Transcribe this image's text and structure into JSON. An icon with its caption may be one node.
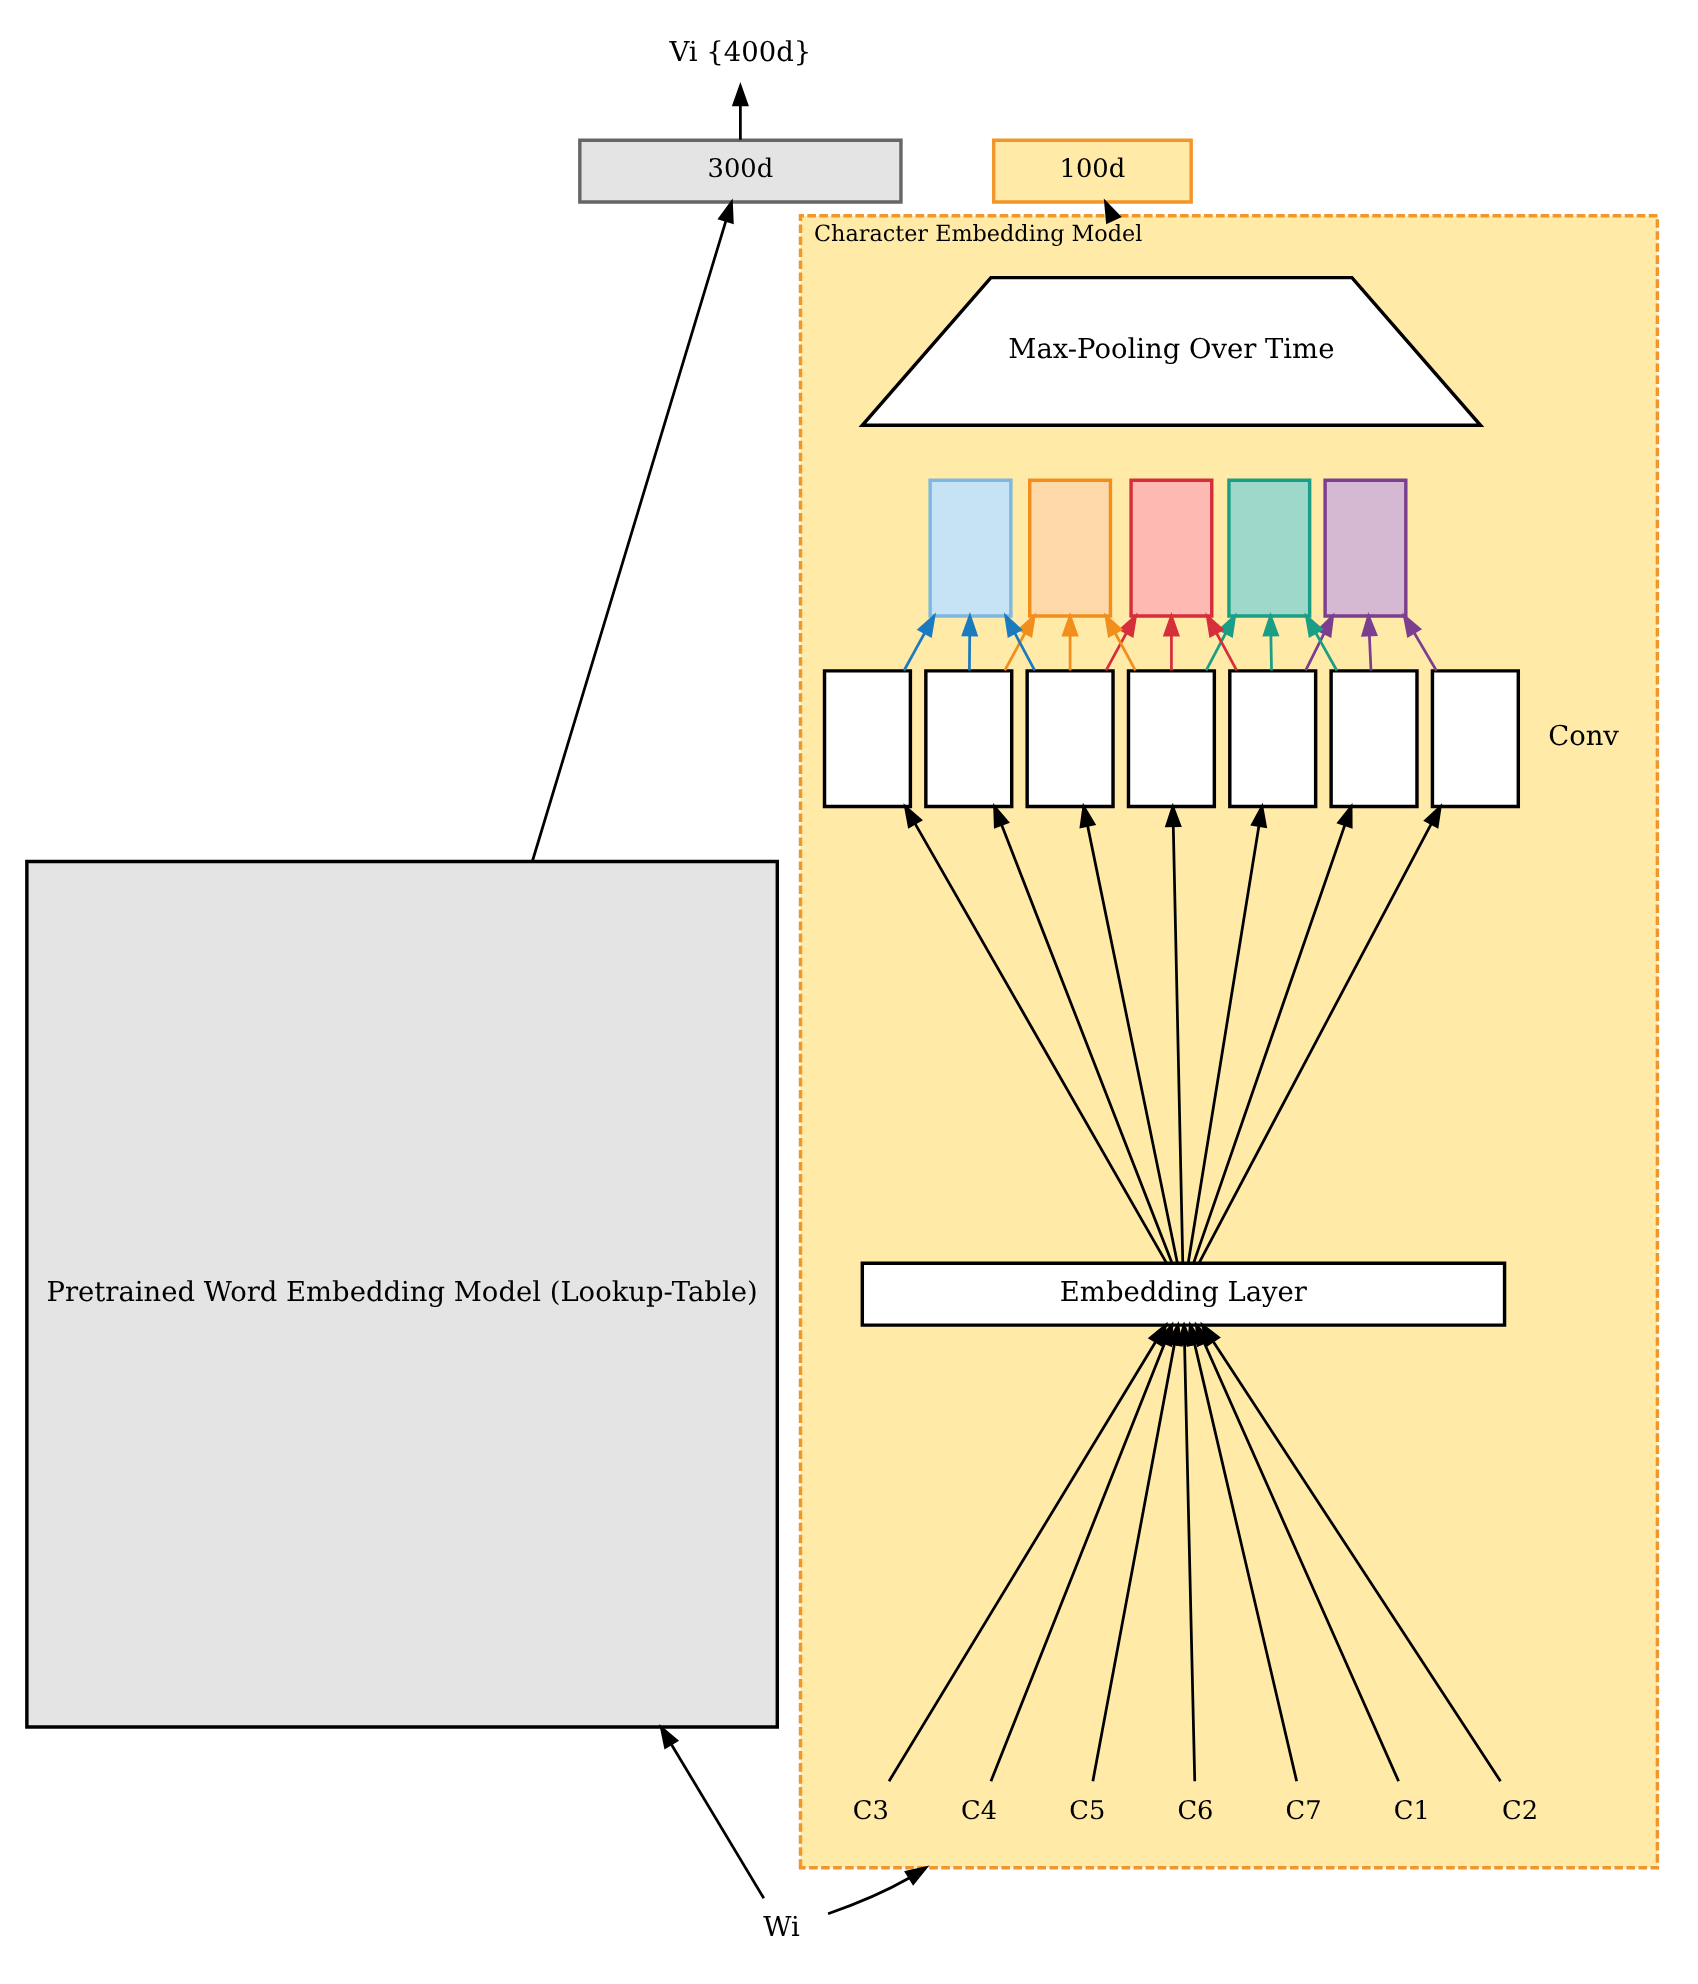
{
  "diagram": {
    "nodes": [
      {
        "text": [
          "Vi {400d}"
        ]
      },
      {
        "text": [
          "300d"
        ]
      },
      {
        "text": [
          "100d"
        ]
      },
      {
        "text": [
          "Pretrained Word Embedding Model (Lookup-Table)"
        ]
      },
      {
        "text": [
          "Character Embedding Model"
        ]
      },
      {
        "text": [
          "Max-Pooling Over Time"
        ],
        "in": 4
      },
      {
        "text": [],
        "shape": "box",
        "in": 4
      },
      {
        "text": [],
        "shape": "box",
        "in": 4
      },
      {
        "text": [],
        "shape": "box",
        "in": 4
      },
      {
        "text": [],
        "shape": "box",
        "in": 4
      },
      {
        "text": [],
        "shape": "box",
        "in": 4
      },
      {
        "text": [],
        "shape": "box",
        "in": 4
      },
      {
        "text": [],
        "shape": "box",
        "in": 4
      },
      {
        "text": [],
        "shape": "box",
        "in": 4
      },
      {
        "text": [],
        "shape": "box",
        "in": 4
      },
      {
        "text": [],
        "shape": "box",
        "in": 4
      },
      {
        "text": [],
        "shape": "box",
        "in": 4
      },
      {
        "text": [],
        "shape": "box",
        "in": 4
      },
      {
        "text": [
          "Embedding Layer"
        ],
        "in": 4
      },
      {
        "text": [
          "C1"
        ],
        "in": 4
      },
      {
        "text": [
          "C2"
        ],
        "in": 4
      },
      {
        "text": [
          "C3"
        ],
        "in": 4
      },
      {
        "text": [
          "C4"
        ],
        "in": 4
      },
      {
        "text": [
          "C5"
        ],
        "in": 4
      },
      {
        "text": [
          "C6"
        ],
        "in": 4
      },
      {
        "text": [
          "C7"
        ],
        "in": 4
      },
      {
        "text": [
          "Wi"
        ]
      }
    ],
    "edges": [
      {
        "from": 26,
        "to": 3,
        "arrow": "to"
      },
      {
        "from": 26,
        "to": 4,
        "arrow": "to"
      },
      {
        "from": 3,
        "to": 1,
        "arrow": "to"
      },
      {
        "from": 4,
        "to": 2,
        "arrow": "to"
      },
      {
        "from": 1,
        "to": 0,
        "arrow": "to"
      },
      {
        "from": 19,
        "to": 18,
        "arrow": "to"
      },
      {
        "from": 20,
        "to": 18,
        "arrow": "to"
      },
      {
        "from": 21,
        "to": 18,
        "arrow": "to"
      },
      {
        "from": 22,
        "to": 18,
        "arrow": "to"
      },
      {
        "from": 23,
        "to": 18,
        "arrow": "to"
      },
      {
        "from": 24,
        "to": 18,
        "arrow": "to"
      },
      {
        "from": 25,
        "to": 18,
        "arrow": "to"
      },
      {
        "from": 18,
        "to": 11,
        "arrow": "to"
      },
      {
        "from": 18,
        "to": 12,
        "arrow": "to"
      },
      {
        "from": 18,
        "to": 13,
        "arrow": "to"
      },
      {
        "from": 18,
        "to": 14,
        "arrow": "to"
      },
      {
        "from": 18,
        "to": 15,
        "arrow": "to"
      },
      {
        "from": 18,
        "to": 16,
        "arrow": "to"
      },
      {
        "from": 18,
        "to": 17,
        "arrow": "to"
      },
      {
        "from": 11,
        "to": 6,
        "arrow": "to",
        "color": "#1a7bbf"
      },
      {
        "from": 12,
        "to": 6,
        "arrow": "to",
        "color": "#1a7bbf"
      },
      {
        "from": 13,
        "to": 6,
        "arrow": "to",
        "color": "#1a7bbf"
      },
      {
        "from": 12,
        "to": 7,
        "arrow": "to",
        "color": "#f28e1c"
      },
      {
        "from": 13,
        "to": 7,
        "arrow": "to",
        "color": "#f28e1c"
      },
      {
        "from": 14,
        "to": 7,
        "arrow": "to",
        "color": "#f28e1c"
      },
      {
        "from": 13,
        "to": 8,
        "arrow": "to",
        "color": "#d62f3a"
      },
      {
        "from": 14,
        "to": 8,
        "arrow": "to",
        "color": "#d62f3a"
      },
      {
        "from": 15,
        "to": 8,
        "arrow": "to",
        "color": "#d62f3a"
      },
      {
        "from": 14,
        "to": 9,
        "arrow": "to",
        "color": "#1b9e86"
      },
      {
        "from": 15,
        "to": 9,
        "arrow": "to",
        "color": "#1b9e86"
      },
      {
        "from": 16,
        "to": 9,
        "arrow": "to",
        "color": "#1b9e86"
      },
      {
        "from": 15,
        "to": 10,
        "arrow": "to",
        "color": "#7b3f8f"
      },
      {
        "from": 16,
        "to": 10,
        "arrow": "to",
        "color": "#7b3f8f"
      },
      {
        "from": 17,
        "to": 10,
        "arrow": "to",
        "color": "#7b3f8f"
      }
    ],
    "labels": [
      "Conv"
    ]
  }
}
